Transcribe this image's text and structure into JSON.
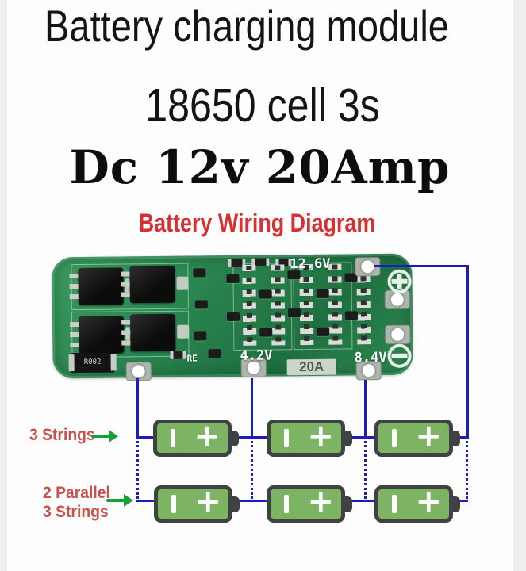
{
  "header": {
    "title": "Battery charging module",
    "subtitle": "18650 cell 3s",
    "spec": "Dc 12v  20Amp"
  },
  "diagram": {
    "title": "Battery Wiring Diagram",
    "row1_label": "3 Strings",
    "row2_label_line1": "2 Parallel",
    "row2_label_line2": "3 Strings",
    "battery_plus": "+"
  },
  "pcb": {
    "voltage_full": "12.6V",
    "voltage_cell": "4.2V",
    "voltage_two_cells": "8.4V",
    "current_rating": "20A",
    "connector_label": "RE",
    "shunt_label": "R002"
  },
  "colors": {
    "accent_red": "#d63030",
    "label_red": "#c8514b",
    "wire_blue": "#1d1dbe",
    "arrow_green": "#17a038",
    "board_green": "#2b8a50",
    "battery_green": "#7cb464"
  }
}
